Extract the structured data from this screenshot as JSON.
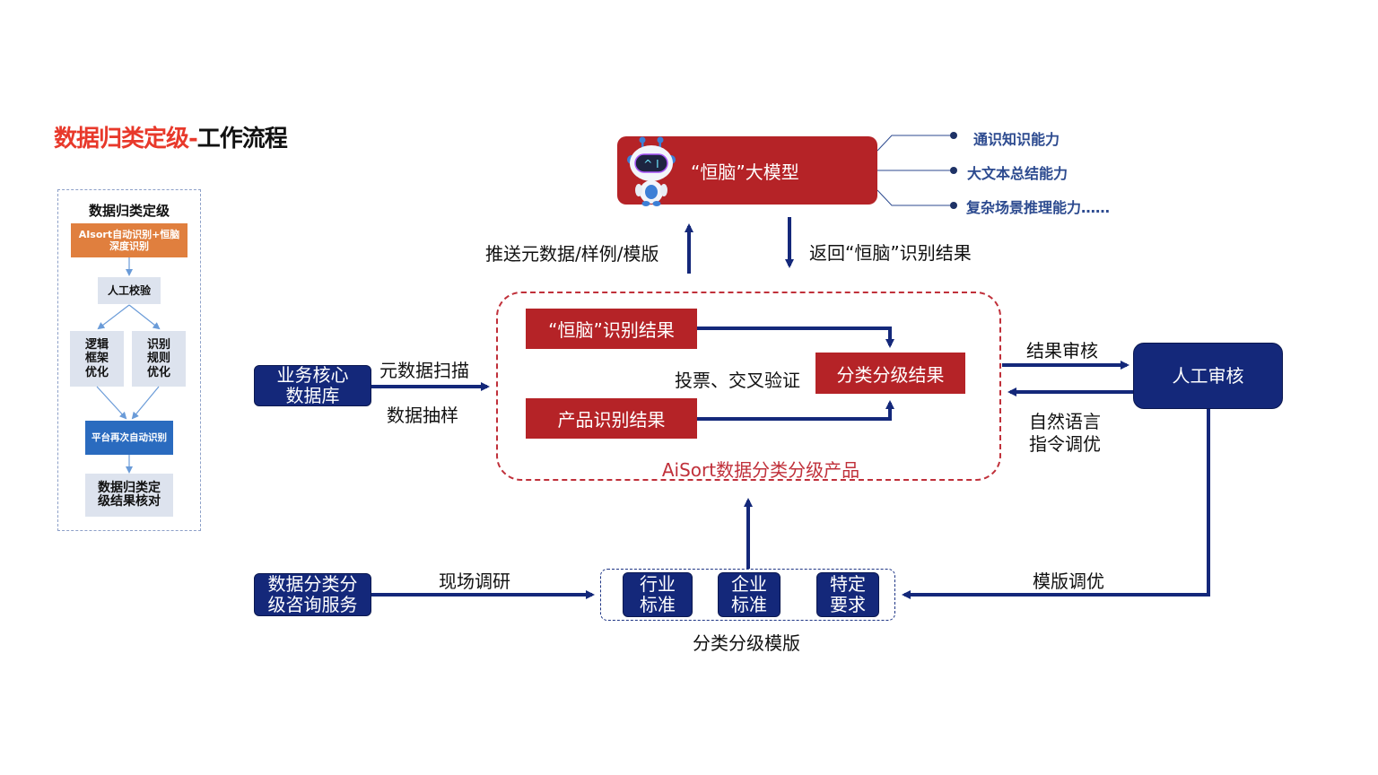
{
  "title": {
    "highlight": "数据归类定级-",
    "rest": "工作流程"
  },
  "mini_flow": {
    "heading": "数据归类定级",
    "steps": {
      "auto_identify": "AIsort自动识别+恒脑深度识别",
      "manual_check": "人工校验",
      "logic_opt": "逻辑框架优化",
      "rule_opt": "识别规则优化",
      "re_identify": "平台再次自动识别",
      "final_check": "数据归类定级结果核对"
    }
  },
  "model": {
    "name": "“恒脑”大模型",
    "icon": "ai-robot-mascot",
    "capabilities": [
      "通识知识能力",
      "大文本总结能力",
      "复杂场景推理能力……"
    ]
  },
  "edges": {
    "push": "推送元数据/样例/模版",
    "return": "返回“恒脑”识别结果",
    "scan": "元数据扫描",
    "sample": "数据抽样",
    "vote": "投票、交叉验证",
    "review": "结果审核",
    "nl_tune_1": "自然语言",
    "nl_tune_2": "指令调优",
    "field_research": "现场调研",
    "template_tune": "模版调优"
  },
  "product": {
    "label": "AiSort数据分类分级产品",
    "hengnao_result": "“恒脑”识别结果",
    "product_result": "产品识别结果",
    "final_result": "分类分级结果"
  },
  "nodes": {
    "core_db": "业务核心数据库",
    "consulting": "数据分类分级咨询服务",
    "manual_review": "人工审核"
  },
  "templates": {
    "label": "分类分级模版",
    "items": [
      "行业标准",
      "企业标准",
      "特定要求"
    ]
  },
  "colors": {
    "red": "#b52327",
    "navy": "#14287a",
    "title_red": "#e8392b",
    "orange": "#e07f3e",
    "blue": "#2a6bbf"
  }
}
